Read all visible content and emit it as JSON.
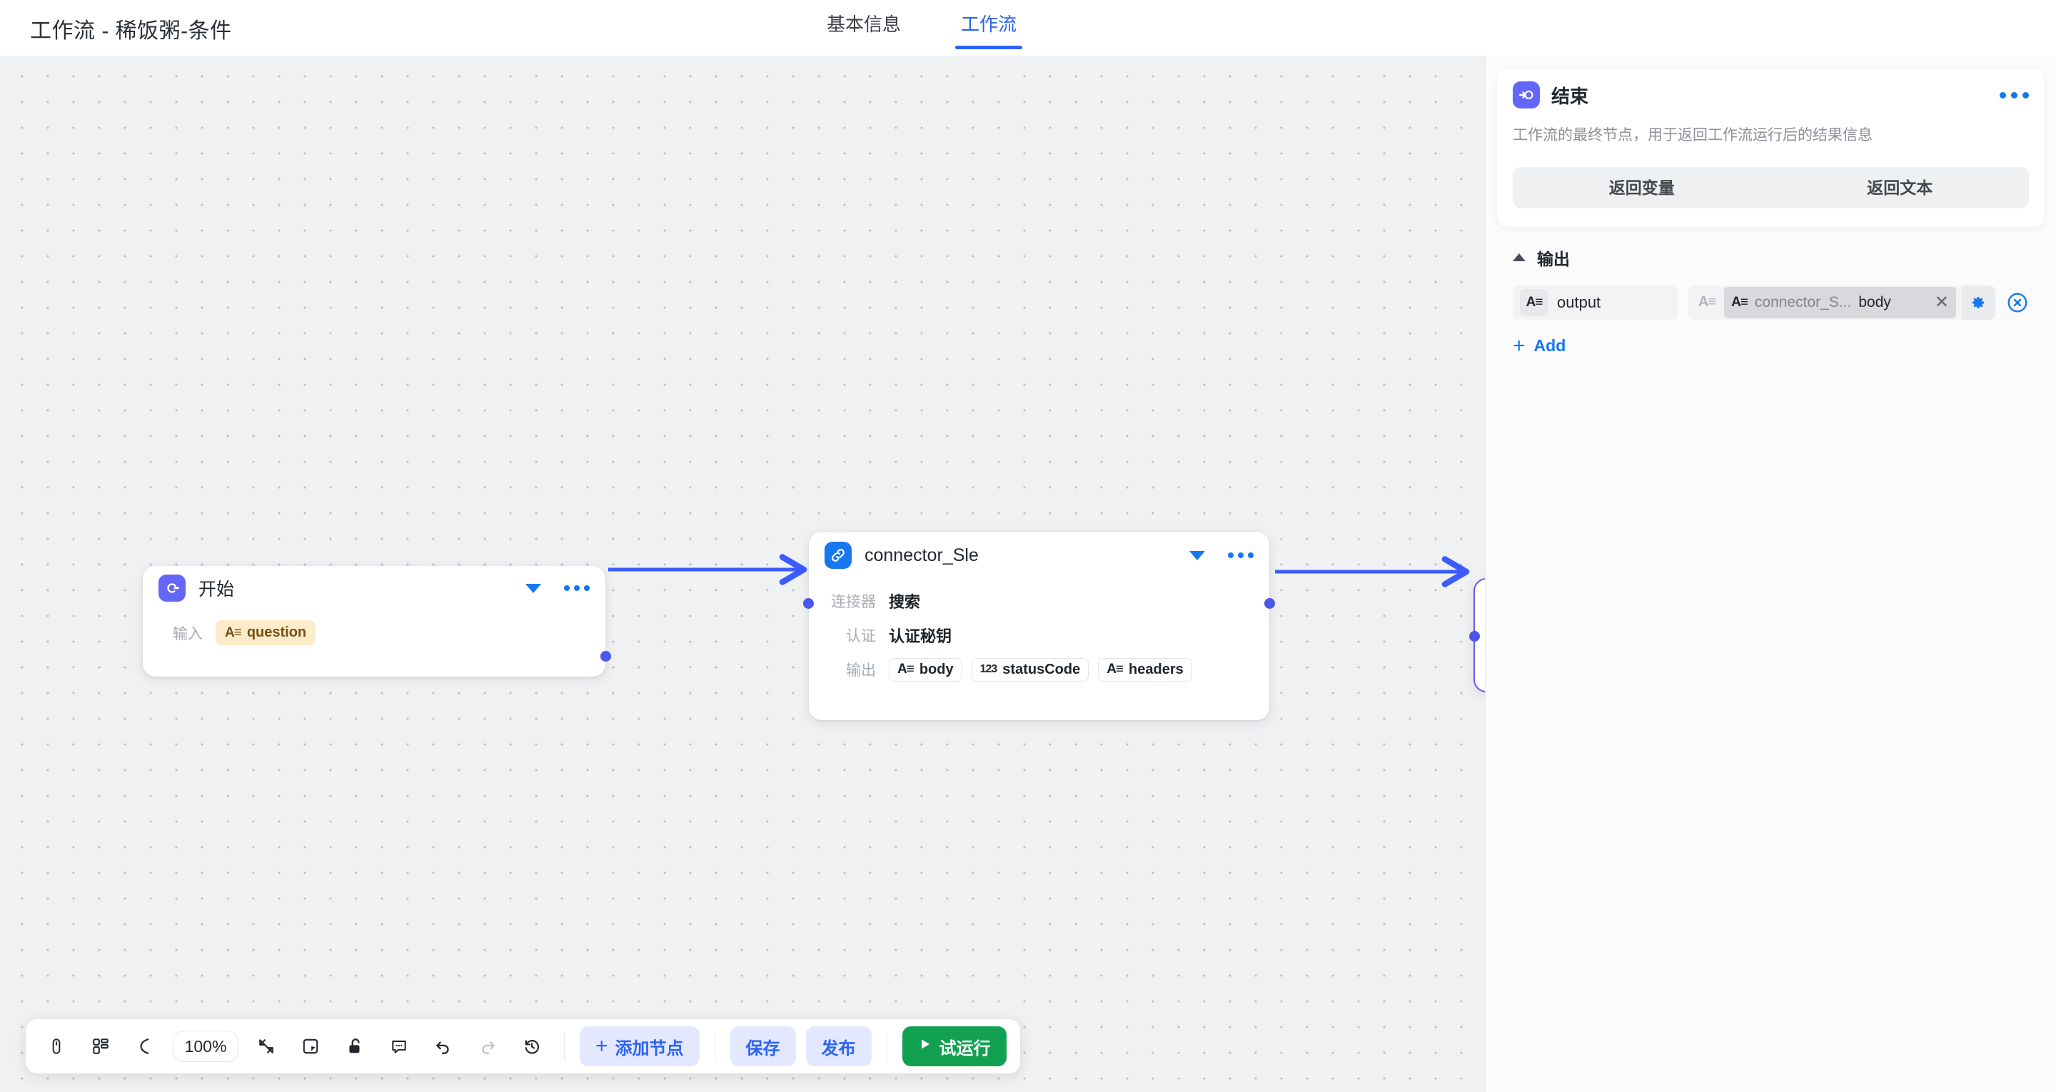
{
  "header": {
    "title": "工作流 - 稀饭粥-条件",
    "tabs": [
      {
        "label": "基本信息",
        "active": false
      },
      {
        "label": "工作流",
        "active": true
      }
    ]
  },
  "canvas": {
    "nodes": [
      {
        "id": "start",
        "title": "开始",
        "icon": "start-icon",
        "icon_color": "#6366f8",
        "rows": [
          {
            "label": "输入",
            "chips": [
              {
                "text": "question",
                "type": "string",
                "type_icon": "A≡",
                "style": "amber"
              }
            ]
          }
        ]
      },
      {
        "id": "connector",
        "title": "connector_Sle",
        "icon": "link-icon",
        "icon_color": "#1677ef",
        "rows": [
          {
            "label": "连接器",
            "value": "搜索"
          },
          {
            "label": "认证",
            "value": "认证秘钥"
          },
          {
            "label": "输出",
            "chips": [
              {
                "text": "body",
                "type": "string",
                "type_icon": "A≡"
              },
              {
                "text": "statusCode",
                "type": "number",
                "type_icon": "123"
              },
              {
                "text": "headers",
                "type": "string",
                "type_icon": "A≡"
              }
            ]
          }
        ]
      },
      {
        "id": "end",
        "title": "结束",
        "selected": true,
        "clipped": true
      }
    ],
    "edges": [
      {
        "from": "start",
        "to": "connector"
      },
      {
        "from": "connector",
        "to": "end"
      }
    ]
  },
  "toolbar": {
    "zoom_level": "100%",
    "icons": [
      {
        "name": "mouse-pointer-icon"
      },
      {
        "name": "layout-grid-icon"
      },
      {
        "name": "bezier-curve-icon"
      }
    ],
    "icons_right": [
      {
        "name": "fit-screen-icon"
      },
      {
        "name": "note-frame-icon"
      },
      {
        "name": "lock-open-icon"
      },
      {
        "name": "comment-icon"
      },
      {
        "name": "undo-icon"
      },
      {
        "name": "redo-icon",
        "disabled": true
      },
      {
        "name": "history-icon"
      }
    ],
    "add_node_label": "添加节点",
    "save_label": "保存",
    "publish_label": "发布",
    "run_label": "试运行"
  },
  "panel": {
    "title": "结束",
    "icon": "end-node-icon",
    "description": "工作流的最终节点，用于返回工作流运行后的结果信息",
    "segments": [
      {
        "label": "返回变量"
      },
      {
        "label": "返回文本"
      }
    ],
    "output_section": {
      "title": "输出",
      "collapsed": false,
      "rows": [
        {
          "name": "output",
          "name_type_icon": "A≡",
          "value_type_icon": "A≡",
          "ref_prefix": "connector_S...",
          "ref_leaf": "body",
          "clear_glyph": "✕"
        }
      ],
      "add_label": "Add"
    }
  },
  "colors": {
    "accent_blue": "#1677ef",
    "tab_blue": "#2b62f6",
    "node_purple": "#6366f8",
    "edge_blue": "#3b5bfd",
    "port_purple": "#4a57e8",
    "run_green": "#12a150",
    "canvas_bg": "#f0f1f3"
  }
}
